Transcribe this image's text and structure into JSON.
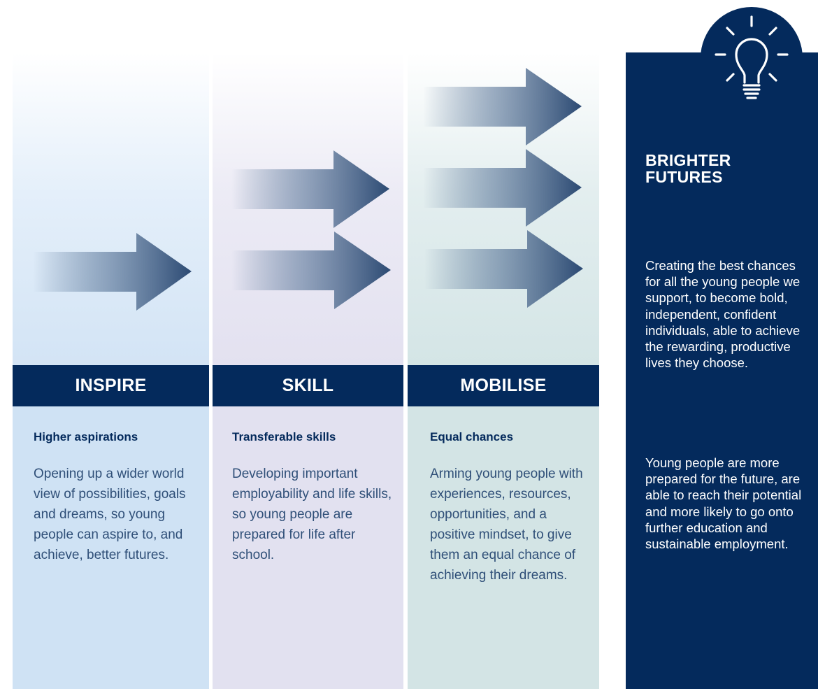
{
  "columns": [
    {
      "header": "INSPIRE",
      "subtitle": "Higher aspirations",
      "body": "Opening up a wider world view of possibilities, goals and dreams, so young people can aspire to, and achieve, better futures."
    },
    {
      "header": "SKILL",
      "subtitle": "Transferable skills",
      "body": "Developing important employability and life skills, so young people are prepared for life after school."
    },
    {
      "header": "MOBILISE",
      "subtitle": "Equal chances",
      "body": "Arming young people with experiences, resources, opportunities, and a positive mindset, to give them an equal chance of achieving their dreams."
    }
  ],
  "panel": {
    "title": "BRIGHTER\nFUTURES",
    "paragraph_1": "Creating the best chances for all the young people we support, to become bold, independent, confident individuals, able to achieve the rewarding, productive lives they choose.",
    "paragraph_2": "Young people are more prepared for the future, are able to reach their potential and more likely to go onto further education and sustainable employment.",
    "icon": "lightbulb-icon"
  },
  "arrow_counts": [
    1,
    2,
    3
  ],
  "colors": {
    "navy": "#042a5c",
    "inspire_bg": "#cfe2f4",
    "skill_bg": "#e2e1f0",
    "mobilise_bg": "#d3e4e5",
    "body_text": "#2f4f78"
  }
}
